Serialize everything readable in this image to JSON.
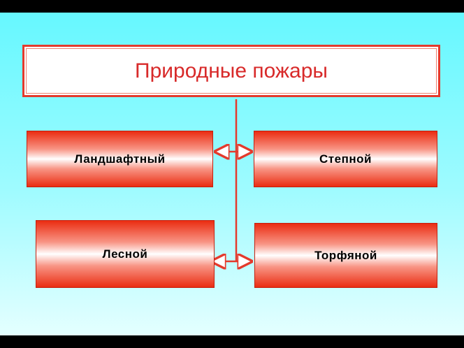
{
  "diagram": {
    "title": "Природные пожары",
    "nodes": [
      {
        "id": "landscape",
        "label": "Ландшафтный"
      },
      {
        "id": "steppe",
        "label": "Степной"
      },
      {
        "id": "forest",
        "label": "Лесной"
      },
      {
        "id": "peat",
        "label": "Торфяной"
      }
    ]
  },
  "colors": {
    "accent": "#e43a2c",
    "title_text": "#d82a2a",
    "background_top": "#66f8ff",
    "background_bottom": "#e4ffff"
  }
}
